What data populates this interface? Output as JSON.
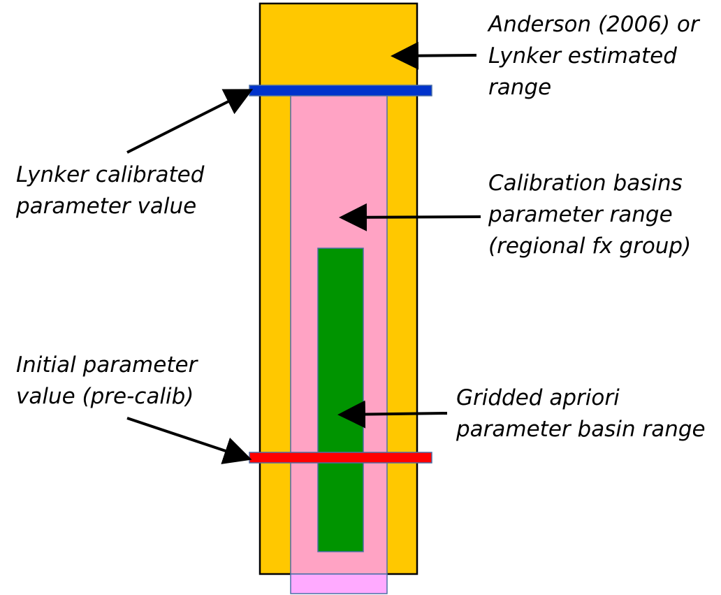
{
  "colors": {
    "estimated_range": "#ffc800",
    "calibration_range": "#ffa3c4",
    "calibration_range_overflow": "#ffaaff",
    "gridded_range": "#009400",
    "calibrated_value": "#0033cc",
    "initial_value": "#ff0000",
    "arrow": "#000000"
  },
  "labels": {
    "estimated_range": [
      "Anderson (2006) or",
      "Lynker estimated",
      "range"
    ],
    "calibrated_value": [
      "Lynker calibrated",
      "parameter value"
    ],
    "calibration_range": [
      "Calibration basins",
      "parameter range",
      "(regional fx group)"
    ],
    "initial_value": [
      "Initial parameter",
      "value (pre-calib)"
    ],
    "gridded_range": [
      "Gridded apriori",
      "parameter basin range"
    ]
  }
}
